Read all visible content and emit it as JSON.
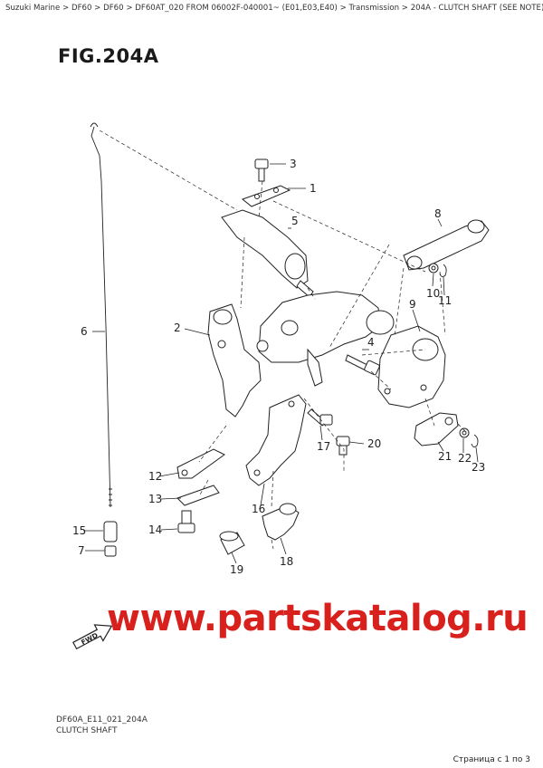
{
  "breadcrumb": "Suzuki Marine > DF60 > DF60 > DF60AT_020 FROM 06002F-040001~ (E01,E03,E40) > Transmission > 204A - CLUTCH SHAFT (SEE NOTE)",
  "figure_title": "FIG.204A",
  "callouts": [
    "1",
    "2",
    "3",
    "4",
    "5",
    "6",
    "7",
    "8",
    "9",
    "10",
    "11",
    "12",
    "13",
    "14",
    "15",
    "16",
    "17",
    "18",
    "19",
    "20",
    "21",
    "22",
    "23"
  ],
  "fwd_label": "FWD",
  "watermark": "www.partskatalog.ru",
  "drawing_code": "DF60A_E11_021_204A",
  "drawing_subtitle": "CLUTCH SHAFT",
  "pager": "Страница с 1 по 3"
}
